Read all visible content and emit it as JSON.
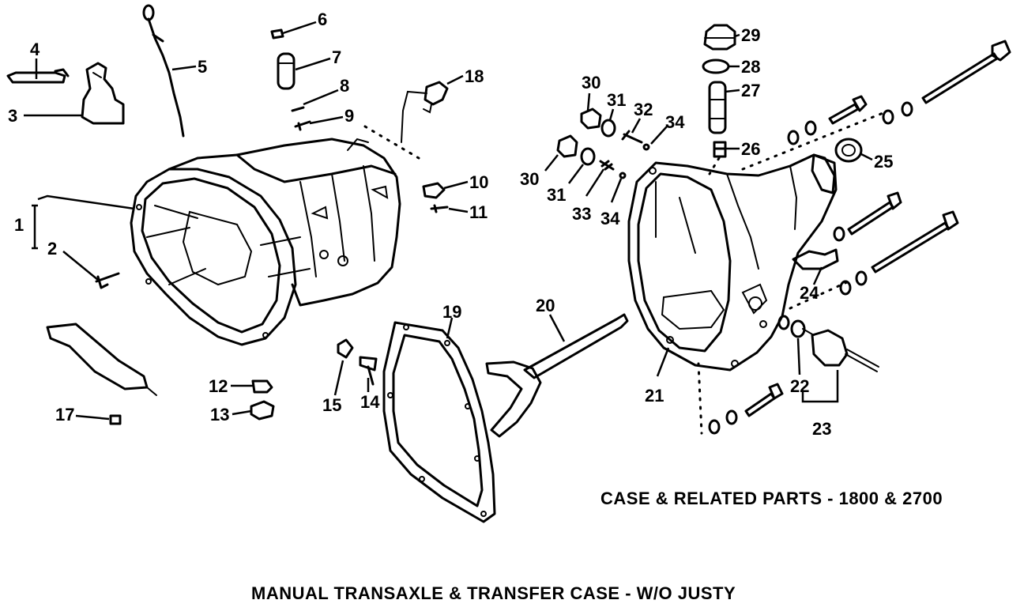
{
  "subtitle": "CASE & RELATED PARTS - 1800 & 2700",
  "title": "MANUAL TRANSAXLE & TRANSFER CASE - W/O JUSTY",
  "callouts": [
    "1",
    "2",
    "3",
    "4",
    "5",
    "6",
    "7",
    "8",
    "9",
    "10",
    "11",
    "12",
    "13",
    "14",
    "15",
    "17",
    "18",
    "19",
    "20",
    "21",
    "22",
    "23",
    "24",
    "25",
    "26",
    "27",
    "28",
    "29",
    "30",
    "31",
    "32",
    "33",
    "34",
    "30",
    "31",
    "34"
  ]
}
